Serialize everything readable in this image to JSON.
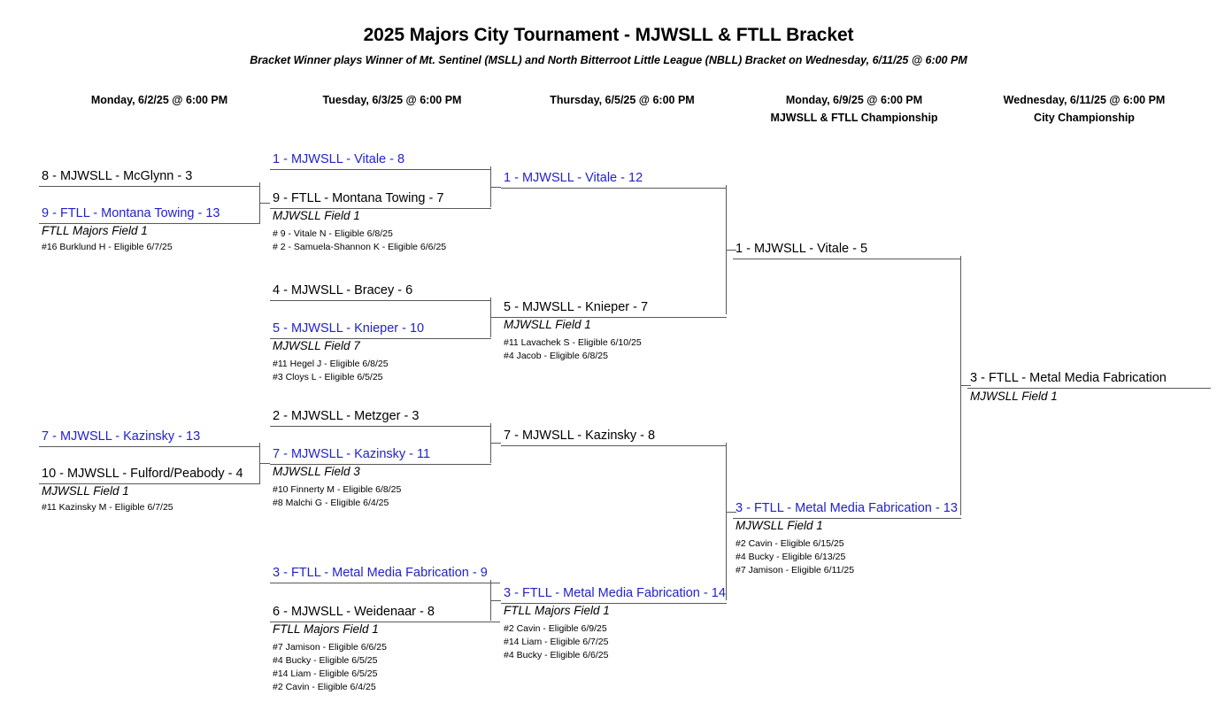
{
  "header": {
    "title": "2025 Majors City Tournament - MJWSLL & FTLL Bracket",
    "subtitle": "Bracket Winner plays Winner of Mt. Sentinel (MSLL) and North Bitterroot Little League (NBLL) Bracket on Wednesday, 6/11/25 @ 6:00 PM"
  },
  "colors": {
    "winner": "#2222cc",
    "line": "#595959",
    "text": "#000000"
  },
  "columns": [
    {
      "line1": "Monday, 6/2/25 @ 6:00 PM",
      "line2": ""
    },
    {
      "line1": "Tuesday, 6/3/25 @ 6:00 PM",
      "line2": ""
    },
    {
      "line1": "Thursday, 6/5/25 @ 6:00 PM",
      "line2": ""
    },
    {
      "line1": "Monday, 6/9/25 @ 6:00 PM",
      "line2": "MJWSLL & FTLL Championship"
    },
    {
      "line1": "Wednesday, 6/11/25 @ 6:00 PM",
      "line2": "City Championship"
    }
  ],
  "round1": {
    "game1": {
      "top": "8 - MJWSLL - McGlynn - 3",
      "bottom": "9 - FTLL - Montana Towing - 13",
      "field": "FTLL Majors Field 1",
      "pitchers": [
        "#16 Burklund H - Eligible 6/7/25"
      ]
    },
    "game2": {
      "top": "7 - MJWSLL - Kazinsky - 13",
      "bottom": "10 - MJWSLL - Fulford/Peabody - 4",
      "field": "MJWSLL Field 1",
      "pitchers": [
        "#11 Kazinsky M - Eligible 6/7/25"
      ]
    }
  },
  "round2": {
    "game1": {
      "top": "1 - MJWSLL - Vitale - 8",
      "bottom": "9 - FTLL - Montana Towing - 7",
      "field": "MJWSLL Field 1",
      "pitchers": [
        "# 9 - Vitale N - Eligible 6/8/25",
        "# 2 - Samuela-Shannon K - Eligible 6/6/25"
      ]
    },
    "game2": {
      "top": "4 - MJWSLL - Bracey - 6",
      "bottom": "5 - MJWSLL - Knieper - 10",
      "field": "MJWSLL Field 7",
      "pitchers": [
        "#11 Hegel J - Eligible 6/8/25",
        "#3 Cloys L - Eligible 6/5/25"
      ]
    },
    "game3": {
      "top": "2 - MJWSLL - Metzger - 3",
      "bottom": "7 - MJWSLL - Kazinsky - 11",
      "field": "MJWSLL Field 3",
      "pitchers": [
        "#10 Finnerty M - Eligible 6/8/25",
        "#8 Malchi G - Eligible 6/4/25"
      ]
    },
    "game4": {
      "top": "3 - FTLL - Metal Media Fabrication - 9",
      "bottom": "6 - MJWSLL - Weidenaar - 8",
      "field": "FTLL Majors Field 1",
      "pitchers": [
        "#7 Jamison - Eligible 6/6/25",
        "#4 Bucky - Eligible 6/5/25",
        "#14 Liam - Eligible 6/5/25",
        "#2 Cavin - Eligible 6/4/25"
      ]
    }
  },
  "round3": {
    "game1": {
      "top": "1 - MJWSLL - Vitale - 12",
      "bottom": "5 - MJWSLL - Knieper - 7",
      "field": "MJWSLL Field 1",
      "pitchers": [
        "#11 Lavachek S - Eligible 6/10/25",
        "#4 Jacob - Eligible 6/8/25"
      ]
    },
    "game2": {
      "top": "7 - MJWSLL - Kazinsky - 8",
      "bottom": "3 - FTLL - Metal Media Fabrication - 14",
      "field": "FTLL Majors Field 1",
      "pitchers": [
        "#2 Cavin - Eligible 6/9/25",
        "#14 Liam - Eligible 6/7/25",
        "#4 Bucky - Eligible 6/6/25"
      ]
    }
  },
  "round4": {
    "game1": {
      "top": "1 - MJWSLL - Vitale - 5",
      "bottom": "3 - FTLL - Metal Media Fabrication - 13",
      "field": "MJWSLL Field 1",
      "pitchers": [
        "#2 Cavin - Eligible 6/15/25",
        "#4 Bucky - Eligible 6/13/25",
        "#7 Jamison - Eligible 6/11/25"
      ]
    }
  },
  "round5": {
    "game1": {
      "top": "3 - FTLL - Metal Media Fabrication",
      "field": "MJWSLL Field 1"
    }
  }
}
